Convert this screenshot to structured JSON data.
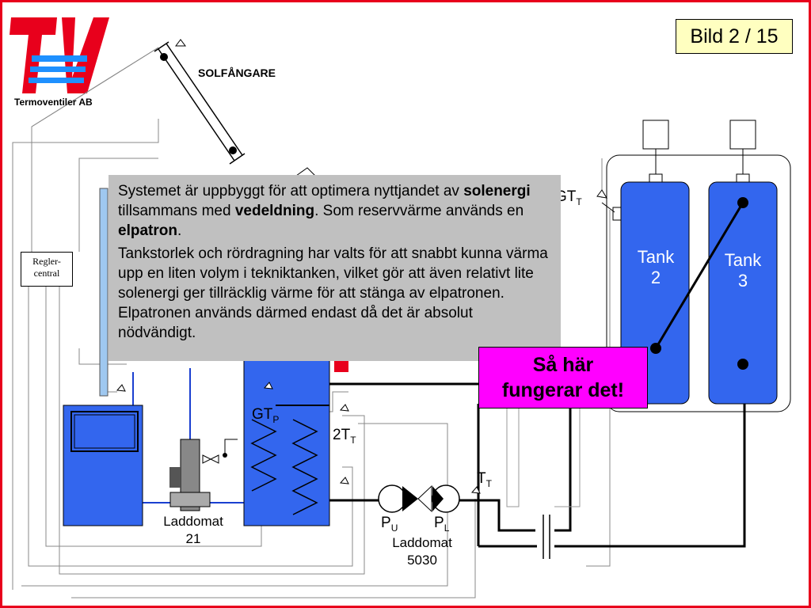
{
  "slide_counter": "Bild 2 / 15",
  "company": "Termoventiler AB",
  "colors": {
    "brand_red": "#e8001c",
    "brand_blue": "#1e90ff",
    "tank_blue": "#3366ee",
    "info_bg": "#c0c0c0",
    "callout_bg": "#ff00ff",
    "counter_bg": "#ffffc0"
  },
  "labels": {
    "solar": "SOLFÅNGARE",
    "controller_line1": "Regler-",
    "controller_line2": "central",
    "gt_t": "GT",
    "gt_t_sub": "T",
    "gt_p": "GT",
    "gt_p_sub": "P",
    "two_t_t": "2T",
    "two_t_t_sub": "T",
    "t_t": "T",
    "t_t_sub": "T",
    "p_u": "P",
    "p_u_sub": "U",
    "p_l": "P",
    "p_l_sub": "L",
    "laddomat21_line1": "Laddomat",
    "laddomat21_line2": "21",
    "laddomat5030_line1": "Laddomat",
    "laddomat5030_line2": "5030",
    "tank2_line1": "Tank",
    "tank2_line2": "2",
    "tank3_line1": "Tank",
    "tank3_line2": "3"
  },
  "info": {
    "p1_a": "Systemet är uppbyggt för att optimera nyttjandet av ",
    "p1_b": "solenergi",
    "p1_c": " tillsammans med ",
    "p1_d": "vedeldning",
    "p1_e": ". Som reservvärme används en ",
    "p1_f": "elpatron",
    "p1_g": ".",
    "p2": "Tankstorlek och rördragning har valts för att snabbt kunna värma upp en liten volym i tekniktanken, vilket gör att även relativt lite solenergi ger tillräcklig värme för att stänga av elpatronen. Elpatronen används därmed endast då det är absolut nödvändigt."
  },
  "callout": {
    "line1": "Så här",
    "line2": "fungerar det!"
  }
}
